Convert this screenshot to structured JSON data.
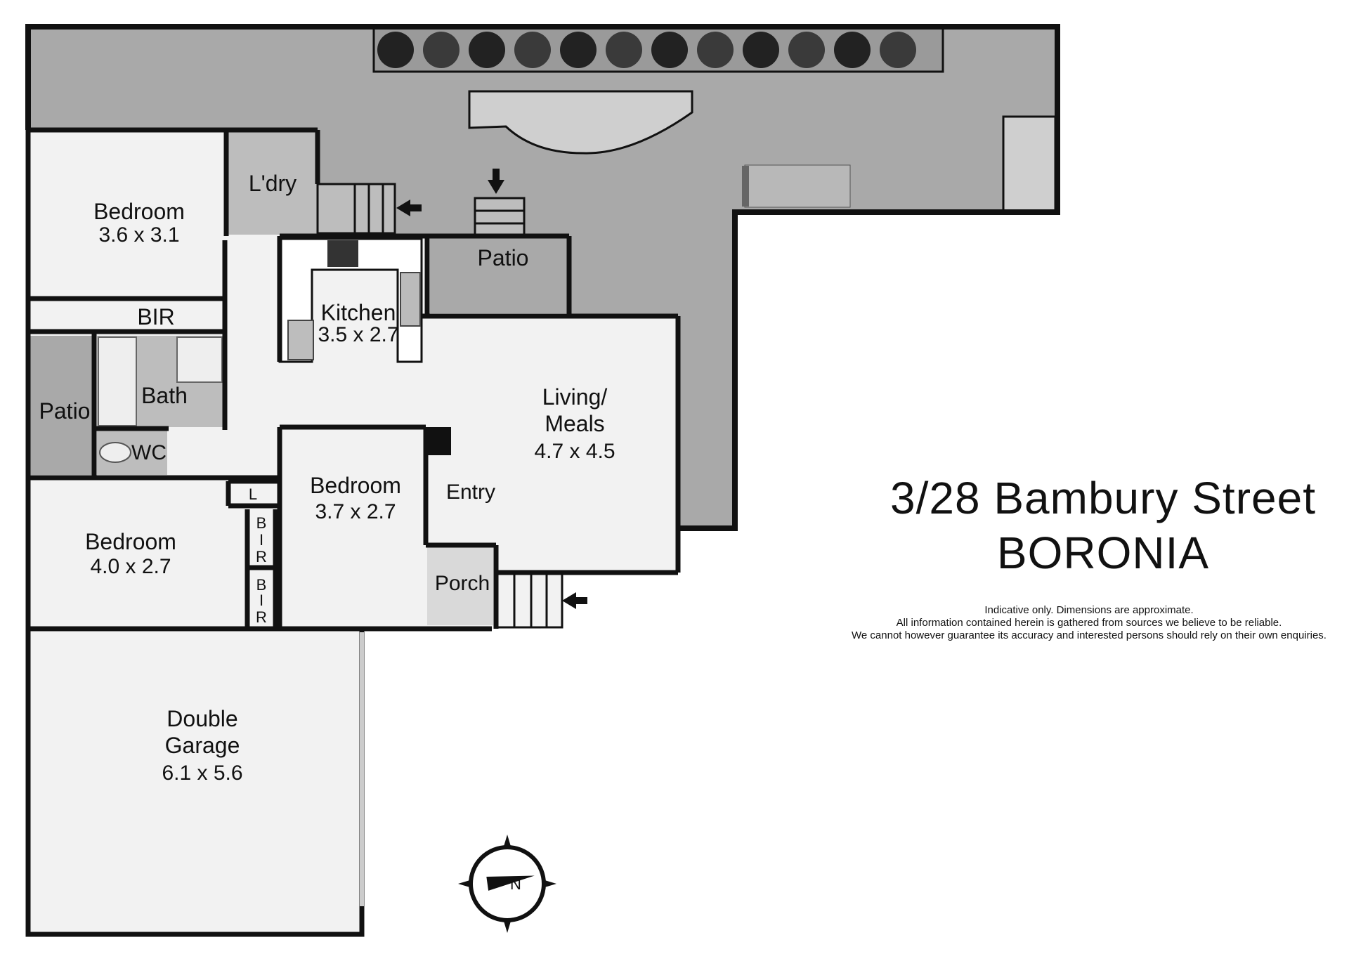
{
  "colors": {
    "wall": "#111111",
    "outdoor": "#a9a9a9",
    "indoor": "#f2f2f2",
    "wet": "#bdbdbd",
    "background": "#ffffff"
  },
  "title": {
    "line1": "3/28 Bambury Street",
    "line2": "BORONIA"
  },
  "disclaimer": [
    "Indicative only. Dimensions are approximate.",
    "All information contained herein is gathered from sources we believe to be reliable.",
    "We cannot however guarantee its accuracy and interested persons should rely on their own enquiries."
  ],
  "rooms": {
    "bedroom1": {
      "name": "Bedroom",
      "dims": "3.6 x 3.1"
    },
    "laundry": {
      "name": "L'dry"
    },
    "bir1": {
      "name": "BIR"
    },
    "patio_west": {
      "name": "Patio"
    },
    "bath": {
      "name": "Bath"
    },
    "wc": {
      "name": "WC"
    },
    "linen": {
      "name": "L"
    },
    "kitchen": {
      "name": "Kitchen",
      "dims": "3.5 x 2.7"
    },
    "patio_north": {
      "name": "Patio"
    },
    "living": {
      "name_line1": "Living/",
      "name_line2": "Meals",
      "dims": "4.7 x 4.5"
    },
    "bedroom2": {
      "name": "Bedroom",
      "dims": "3.7 x 2.7"
    },
    "entry": {
      "name": "Entry"
    },
    "bedroom3": {
      "name": "Bedroom",
      "dims": "4.0 x 2.7"
    },
    "bir2": {
      "letters": [
        "B",
        "I",
        "R"
      ]
    },
    "bir3": {
      "letters": [
        "B",
        "I",
        "R"
      ]
    },
    "porch": {
      "name": "Porch"
    },
    "garage": {
      "name_line1": "Double",
      "name_line2": "Garage",
      "dims": "6.1 x 5.6"
    }
  },
  "compass": {
    "letter": "N"
  },
  "icons": [
    "compass-icon",
    "entry-arrow-icon",
    "shrub-icon",
    "stove-icon",
    "sink-icon",
    "toilet-icon",
    "bathtub-icon",
    "bbq-icon",
    "outdoor-furniture-icon"
  ]
}
